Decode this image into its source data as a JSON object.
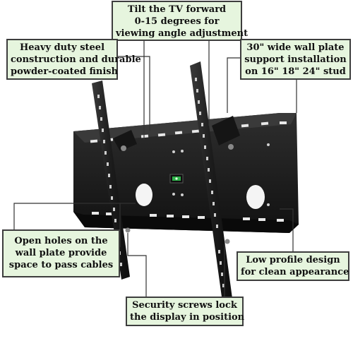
{
  "callouts": {
    "tilt": {
      "lines": [
        "Tilt the TV forward",
        "0-15 degrees for",
        "viewing angle adjustment"
      ]
    },
    "steel": {
      "lines": [
        "Heavy duty steel",
        "construction and durable",
        "powder-coated finish"
      ]
    },
    "wall": {
      "lines": [
        "30\" wide wall plate",
        "support installation",
        "on 16\" 18\" 24\" stud"
      ]
    },
    "holes": {
      "lines": [
        "Open holes on the",
        "wall plate provide",
        "space to pass cables"
      ]
    },
    "low": {
      "lines": [
        "Low profile design",
        "for clean appearance"
      ]
    },
    "screws": {
      "lines": [
        "Security screws lock",
        "the display in position"
      ]
    }
  },
  "colors": {
    "callout_fill": "#e6f5de",
    "callout_border": "#3d3d3d",
    "mount_black": "#1b1b1b",
    "level_green": "#2fb24a"
  },
  "icons": {
    "product": "tilting-tv-wall-mount",
    "level": "bubble-level-icon"
  }
}
